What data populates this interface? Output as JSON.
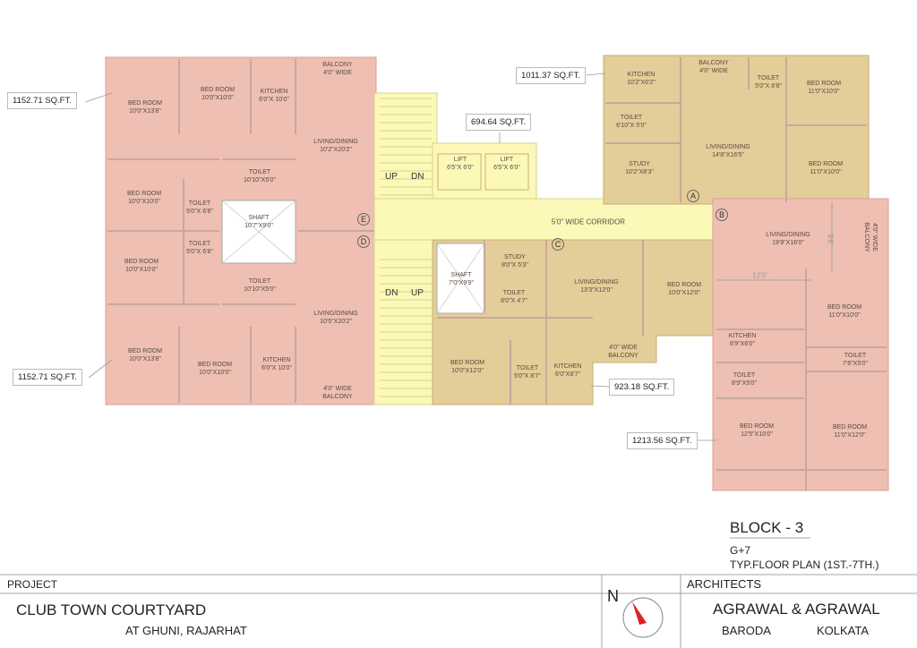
{
  "rooms": [
    {
      "name": "BED ROOM",
      "dim": "10'0\"X13'8\""
    },
    {
      "name": "BED ROOM",
      "dim": "10'0\"X10'0\""
    },
    {
      "name": "KITCHEN",
      "dim": "6'0\"X 10'0\""
    },
    {
      "name": "BALCONY",
      "dim": "4'0\" WIDE"
    },
    {
      "name": "LIVING/DINING",
      "dim": "10'2\"X20'2\""
    },
    {
      "name": "TOILET",
      "dim": "10'10\"X5'0\""
    },
    {
      "name": "BED ROOM",
      "dim": "10'0\"X10'0\""
    },
    {
      "name": "TOILET",
      "dim": "5'0\"X 6'8\""
    },
    {
      "name": "SHAFT",
      "dim": "10'7\"X9'0\""
    },
    {
      "name": "TOILET",
      "dim": "5'0\"X 6'8\""
    },
    {
      "name": "BED ROOM",
      "dim": "10'0\"X10'0\""
    },
    {
      "name": "TOILET",
      "dim": "10'10\"X5'0\""
    },
    {
      "name": "LIVING/DINING",
      "dim": "10'5\"X20'2\""
    },
    {
      "name": "BED ROOM",
      "dim": "10'0\"X13'8\""
    },
    {
      "name": "BED ROOM",
      "dim": "10'0\"X10'0\""
    },
    {
      "name": "KITCHEN",
      "dim": "6'0\"X 10'0\""
    },
    {
      "name": "4'0\" WIDE",
      "dim": "BALCONY"
    },
    {
      "name": "LIFT",
      "dim": "6'5\"X 6'0\""
    },
    {
      "name": "LIFT",
      "dim": "6'5\"X 6'0\""
    },
    {
      "name": "KITCHEN",
      "dim": "10'2\"X6'2\""
    },
    {
      "name": "BALCONY",
      "dim": "4'0\" WIDE"
    },
    {
      "name": "TOILET",
      "dim": "5'0\"X 6'8\""
    },
    {
      "name": "BED ROOM",
      "dim": "11'0\"X10'0\""
    },
    {
      "name": "TOILET",
      "dim": "6'10\"X 5'0\""
    },
    {
      "name": "LIVING/DINING",
      "dim": "14'8\"X16'5\""
    },
    {
      "name": "STUDY",
      "dim": "10'2\"X8'3\""
    },
    {
      "name": "BED ROOM",
      "dim": "11'0\"X10'0\""
    },
    {
      "name": "5'0\" WIDE CORRIDOR",
      "dim": ""
    },
    {
      "name": "STUDY",
      "dim": "8'0\"X 5'3\""
    },
    {
      "name": "SHAFT",
      "dim": "7'0\"X9'9\""
    },
    {
      "name": "TOILET",
      "dim": "8'0\"X 4'7\""
    },
    {
      "name": "LIVING/DINING",
      "dim": "13'3\"X12'0\""
    },
    {
      "name": "BED ROOM",
      "dim": "10'0\"X12'0\""
    },
    {
      "name": "4'0\" WIDE",
      "dim": "BALCONY"
    },
    {
      "name": "BED ROOM",
      "dim": "10'0\"X12'0\""
    },
    {
      "name": "TOILET",
      "dim": "5'0\"X 8'7\""
    },
    {
      "name": "KITCHEN",
      "dim": "6'0\"X8'7\""
    },
    {
      "name": "LIVING/DINING",
      "dim": "19'9\"X16'0\""
    },
    {
      "name": "4'0\" WIDE",
      "dim": "BALCONY"
    },
    {
      "name": "BED ROOM",
      "dim": "11'0\"X10'0\""
    },
    {
      "name": "KITCHEN",
      "dim": "8'9\"X6'0\""
    },
    {
      "name": "TOILET",
      "dim": "7'6\"X5'0\""
    },
    {
      "name": "TOILET",
      "dim": "8'9\"X5'0\""
    },
    {
      "name": "BED ROOM",
      "dim": "12'5\"X10'0\""
    },
    {
      "name": "BED ROOM",
      "dim": "11'0\"X12'0\""
    }
  ],
  "stairs": [
    "UP",
    "DN",
    "DN",
    "UP"
  ],
  "markers": [
    "A",
    "B",
    "C",
    "D",
    "E"
  ],
  "dimensions": [
    "12'5\"",
    "9'8\""
  ],
  "areas": [
    "1152.71 SQ.FT.",
    "1152.71 SQ.FT.",
    "1011.37 SQ.FT.",
    "694.64 SQ.FT.",
    "923.18 SQ.FT.",
    "1213.56 SQ.FT."
  ],
  "title": {
    "block": "BLOCK - 3",
    "floors": "G+7",
    "plan": "TYP.FLOOR PLAN (1ST.-7TH.)"
  },
  "titleblock": {
    "project_label": "PROJECT",
    "project": "CLUB TOWN COURTYARD",
    "location": "AT GHUNI, RAJARHAT",
    "architects_label": "ARCHITECTS",
    "architects": "AGRAWAL & AGRAWAL",
    "city1": "BARODA",
    "city2": "KOLKATA",
    "north": "N"
  },
  "colors": {
    "pink": "#eebfb2",
    "tan": "#e3cd98",
    "yellow": "#fbf8b8",
    "wall": "#e58a7a"
  }
}
